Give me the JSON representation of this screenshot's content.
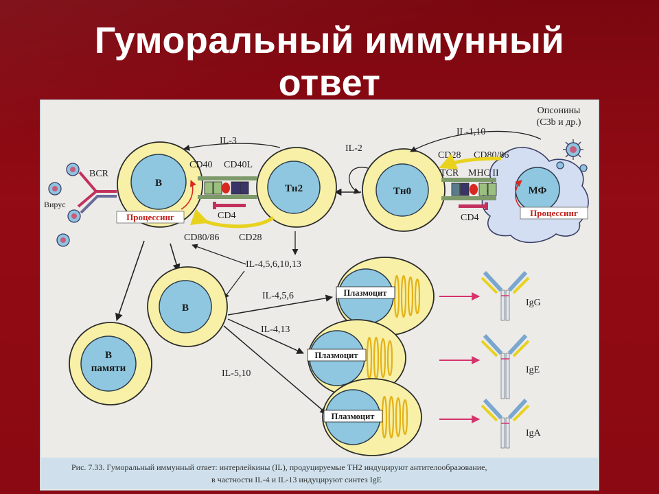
{
  "slide": {
    "title_line1": "Гуморальный иммунный",
    "title_line2": "ответ"
  },
  "diagram": {
    "labels": {
      "bcr": "BCR",
      "virus": "Вирус",
      "il3": "IL-3",
      "cd40": "CD40",
      "cd40l": "CD40L",
      "il2": "IL-2",
      "il110": "IL-1,10",
      "opsonins_1": "Опсонины",
      "opsonins_2": "(С3b и др.)",
      "cd28_top": "CD28",
      "cd8086_top": "CD80/86",
      "tcr": "TCR",
      "mhc2": "MHC II",
      "cd4_left": "CD4",
      "cd4_right": "CD4",
      "cd8086_bottom": "CD80/86",
      "cd28_bottom": "CD28",
      "il_4_5_6_10_13": "IL-4,5,6,10,13",
      "il_4_5_6": "IL-4,5,6",
      "il_4_13": "IL-4,13",
      "il_5_10": "IL-5,10",
      "igg": "IgG",
      "ige": "IgE",
      "iga": "IgA"
    },
    "cells": {
      "b_top": "В",
      "th2": "Тн2",
      "th0": "Тн0",
      "macrophage": "МФ",
      "processing_b": "Процессинг",
      "processing_mf": "Процессинг",
      "b_middle": "В",
      "b_memory_1": "В",
      "b_memory_2": "памяти",
      "plasma_1": "Плазмоцит",
      "plasma_2": "Плазмоцит",
      "plasma_3": "Плазмоцит"
    },
    "caption": {
      "line1": "Рис. 7.33. Гуморальный иммунный ответ: интерлейкины (IL), продуцируемые TH2 индуцируют антителообразование,",
      "line2": "в частности IL-4 и IL-13 индуцируют синтез IgE"
    },
    "colors": {
      "cell_fill": "#f7f0a6",
      "nucleus_fill": "#8ec7df",
      "yellow_arrow": "#f2e23c",
      "red_arrow": "#d6336c",
      "panel_bg": "#ecebe8",
      "caption_bg": "#cfe0ec",
      "macrophage_fill": "#d4def2"
    }
  }
}
